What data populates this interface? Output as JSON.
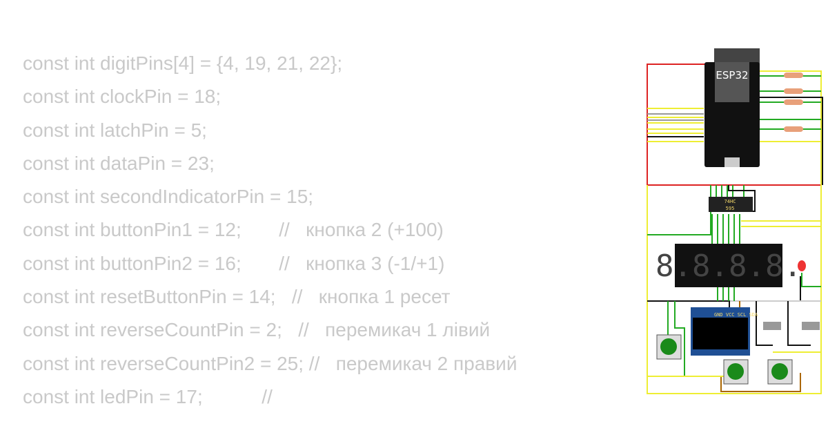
{
  "code_lines": [
    "const int digitPins[4] = {4, 19, 21, 22};",
    "const int clockPin = 18;",
    "const int latchPin = 5;",
    "const int dataPin = 23;",
    "const int secondIndicatorPin = 15;",
    "const int buttonPin1 = 12;       //   кнопка 2 (+100)",
    "const int buttonPin2 = 16;       //   кнопка 3 (-1/+1)",
    "const int resetButtonPin = 14;   //   кнопка 1 ресет",
    "const int reverseCountPin = 2;   //   перемикач 1 лівий",
    "const int reverseCountPin2 = 25; //   перемикач 2 правий",
    "const int ledPin = 17;           //"
  ],
  "circuit": {
    "mcu_label": "ESP32",
    "shift_register_label_1": "74HC",
    "shift_register_label_2": "595",
    "display_digits": "8.8.8.8.",
    "oled_pins": "GND VCC SCL SDA"
  }
}
